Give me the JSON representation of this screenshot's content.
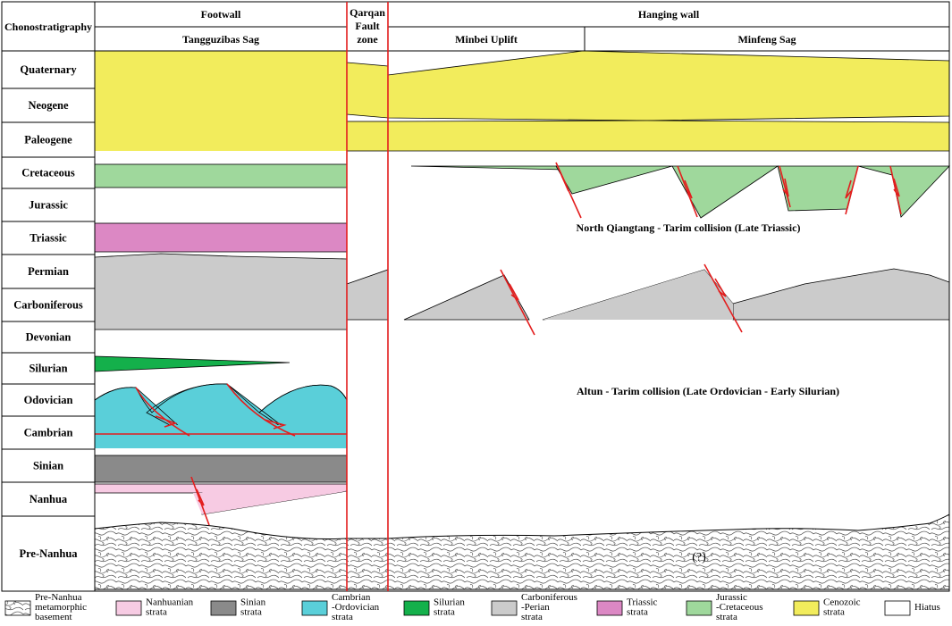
{
  "header": {
    "first_col": "Chonostratigraphy",
    "footwall": "Footwall",
    "footwall_sub": "Tangguzibas Sag",
    "fault_zone": [
      "Qarqan",
      "Fault",
      "zone"
    ],
    "hanging_wall": "Hanging wall",
    "minbei": "Minbei Uplift",
    "minfeng": "Minfeng Sag"
  },
  "periods": [
    "Quaternary",
    "Neogene",
    "Paleogene",
    "Cretaceous",
    "Jurassic",
    "Triassic",
    "Permian",
    "Carboniferous",
    "Devonian",
    "Silurian",
    "Odovician",
    "Cambrian",
    "Sinian",
    "Nanhua",
    "Pre-Nanhua"
  ],
  "annotations": {
    "qiangtang": "North Qiangtang - Tarim collision (Late Triassic)",
    "altun": "Altun - Tarim collision (Late Ordovician - Early Silurian)",
    "uncertain": "(?)"
  },
  "colors": {
    "cenozoic": "#f2ec5c",
    "jurassic_cretaceous": "#9fd89c",
    "triassic": "#dc88c4",
    "carboniferous_permian": "#cbcbcb",
    "silurian": "#14b04b",
    "cambrian_ordovician": "#5acfd9",
    "sinian": "#8a8a8a",
    "nanhuan": "#f7cbe3",
    "hiatus": "#ffffff",
    "fault": "#e31d1d"
  },
  "legend": [
    {
      "key": "basement",
      "lines": [
        "Pre-Nanhua",
        "metamorphic",
        "basement"
      ]
    },
    {
      "key": "nanhuan",
      "lines": [
        "Nanhuanian",
        "strata"
      ]
    },
    {
      "key": "sinian",
      "lines": [
        "Sinian",
        "strata"
      ]
    },
    {
      "key": "cambrian_ordovician",
      "lines": [
        "Cambrian",
        "-Ordovician",
        "strata"
      ]
    },
    {
      "key": "silurian",
      "lines": [
        "Silurian",
        "strata"
      ]
    },
    {
      "key": "carboniferous_permian",
      "lines": [
        "Carboniferous",
        "-Perian",
        "strata"
      ]
    },
    {
      "key": "triassic",
      "lines": [
        "Triassic",
        "strata"
      ]
    },
    {
      "key": "jurassic_cretaceous",
      "lines": [
        "Jurassic",
        "-Cretaceous",
        "strata"
      ]
    },
    {
      "key": "cenozoic",
      "lines": [
        "Cenozoic",
        "strata"
      ]
    },
    {
      "key": "hiatus",
      "lines": [
        "Hiatus"
      ]
    }
  ]
}
